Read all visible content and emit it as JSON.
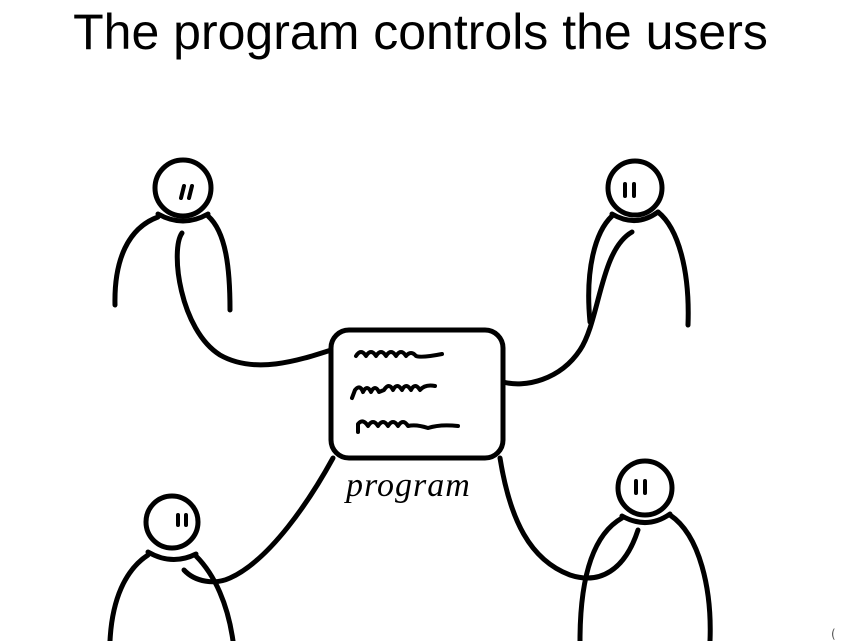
{
  "slide": {
    "title": "The program controls the users"
  },
  "diagram": {
    "program_label": "program",
    "users_count": 4
  }
}
